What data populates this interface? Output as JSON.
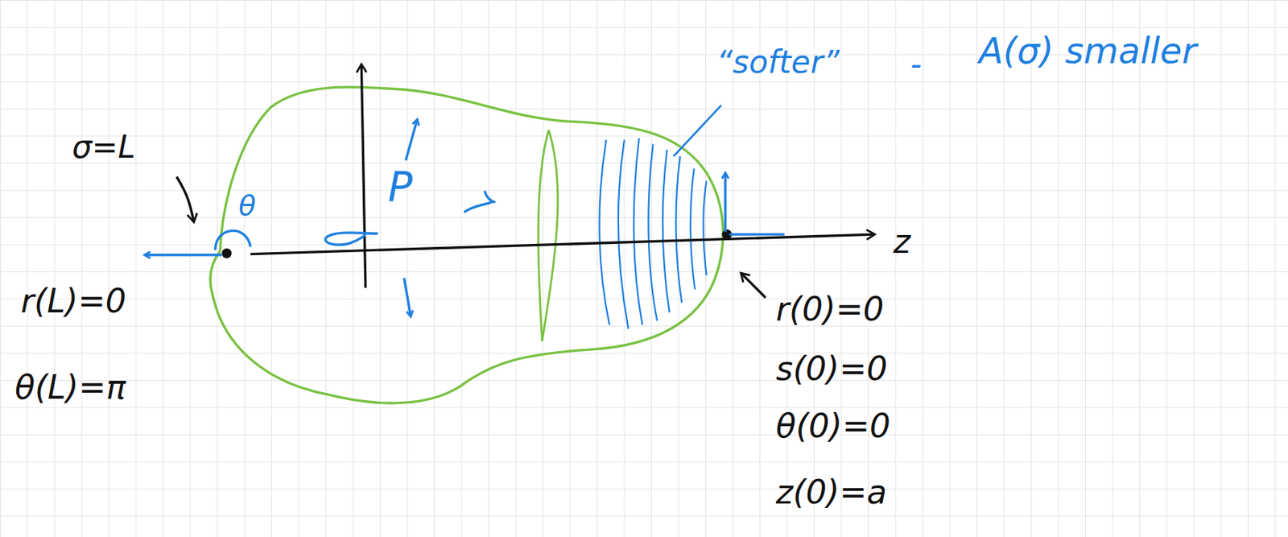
{
  "diagram": {
    "labels": [
      "σ=L",
      "θ",
      "r(L)=0",
      "θ(L)=π",
      "P",
      "“softer”",
      "-",
      "A(σ) smaller",
      "z",
      "r(0)=0",
      "s(0)=0",
      "θ(0)=0",
      "z(0)=a"
    ]
  }
}
